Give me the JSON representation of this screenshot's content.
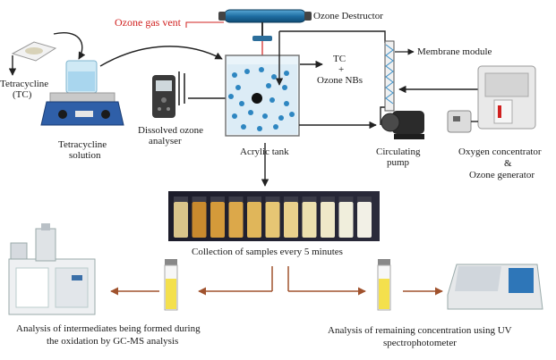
{
  "labels": {
    "ozone_gas_vent": "Ozone gas vent",
    "ozone_destructor": "Ozone Destructor",
    "membrane_module": "Membrane module",
    "tetracycline": "Tetracycline",
    "tc": "(TC)",
    "tc_solution_1": "Tetracycline",
    "tc_solution_2": "solution",
    "analyser_1": "Dissolved ozone",
    "analyser_2": "analyser",
    "tc_out": "TC",
    "plus": "+",
    "nbs": "Ozone NBs",
    "acrylic_tank": "Acrylic tank",
    "pump_1": "Circulating",
    "pump_2": "pump",
    "oxygen_1": "Oxygen concentrator",
    "oxygen_amp": "&",
    "oxygen_2": "Ozone generator",
    "collection": "Collection of samples every 5 minutes",
    "gcms_1": "Analysis of intermediates being formed during",
    "gcms_2": "the oxidation by GC-MS analysis",
    "uv_1": "Analysis of remaining concentration using UV",
    "uv_2": "spectrophotometer"
  },
  "colors": {
    "arrow": "#222222",
    "brown_arrow": "#a0522d",
    "red_text": "#d0201f",
    "water": "#e4f1f8",
    "bubble": "#2e86c1",
    "vial_yellow": "#f4e04d"
  }
}
